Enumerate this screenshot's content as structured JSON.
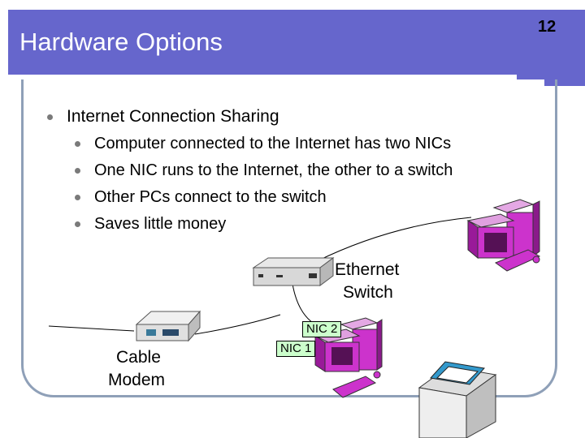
{
  "slide_number": "12",
  "title": "Hardware Options",
  "bullets": {
    "main": "Internet Connection Sharing",
    "sub": [
      "Computer connected to the Internet has two NICs",
      "One NIC runs to the Internet, the other to a switch",
      "Other PCs connect to the switch",
      "Saves little money"
    ]
  },
  "diagram": {
    "switch_label_line1": "Ethernet",
    "switch_label_line2": "Switch",
    "modem_label_line1": "Cable",
    "modem_label_line2": "Modem",
    "nic1": "NIC 1",
    "nic2": "NIC 2"
  },
  "colors": {
    "title_bar": "#6666cc",
    "computer": "#cc33cc",
    "nic_box": "#ccffcc",
    "frame": "#8fa0b8"
  },
  "icons": [
    "ethernet-switch-icon",
    "cable-modem-icon",
    "desktop-computer-icon",
    "printer-icon"
  ]
}
